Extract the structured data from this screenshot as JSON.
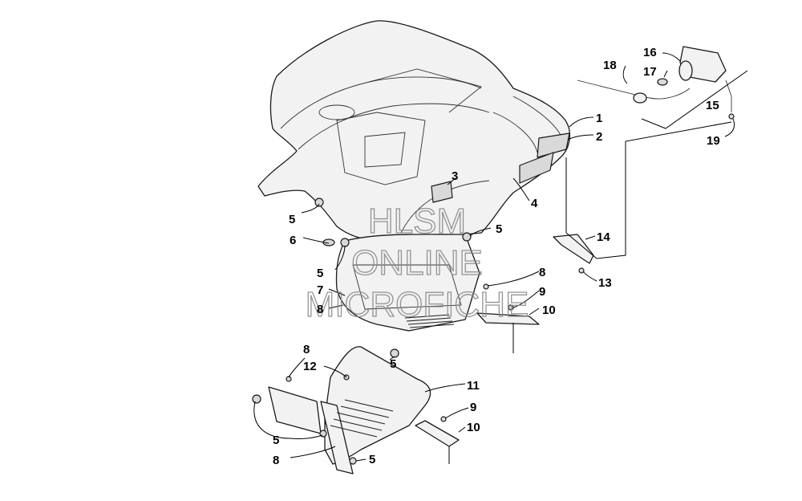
{
  "callouts": [
    "1",
    "2",
    "3",
    "4",
    "5",
    "6",
    "7",
    "8",
    "9",
    "10",
    "11",
    "12",
    "13",
    "14",
    "15",
    "16",
    "17",
    "18",
    "19"
  ],
  "watermark": {
    "line1": "HLSM",
    "line2": "ONLINE",
    "line3": "MICROFICHE"
  },
  "colors": {
    "line": "#1a1a1a",
    "fill": "#f2f2f2",
    "watermark": "#8a8a8a"
  }
}
